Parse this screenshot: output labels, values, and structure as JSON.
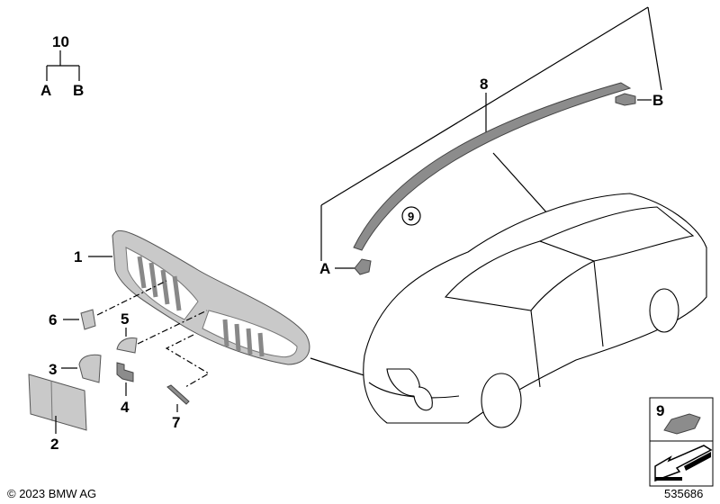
{
  "diagram": {
    "callouts": {
      "assembly": "10",
      "assembly_a": "A",
      "assembly_b": "B",
      "trim_strip": "8",
      "strip_end_b": "B",
      "strip_clip_circle": "9",
      "strip_end_a": "A",
      "grille": "1",
      "cover_6": "6",
      "cover_5": "5",
      "cover_3": "3",
      "bracket_4": "4",
      "strip_7": "7",
      "panel_2": "2"
    },
    "legend_box": {
      "number": "9",
      "arrow_icon": "arrow-icon"
    },
    "copyright": "© 2023 BMW AG",
    "diagram_id": "535686"
  }
}
